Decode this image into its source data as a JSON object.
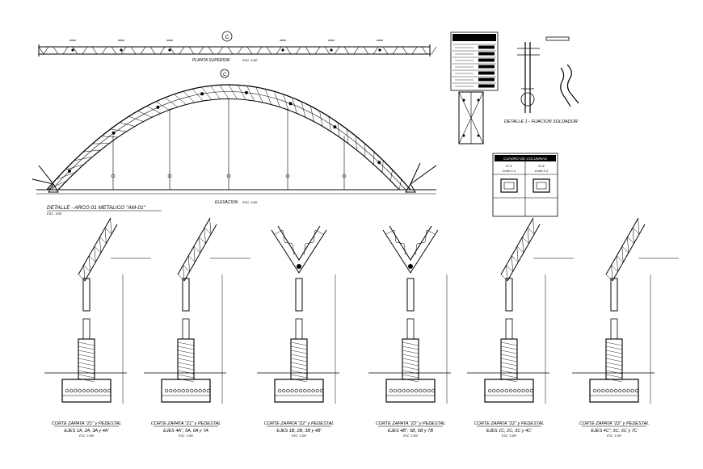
{
  "top_plan": {
    "title": "PLANTA SUPERIOR",
    "scale": "ESC. 1/50"
  },
  "elevation": {
    "title": "ELEVACION",
    "scale": "ESC. 1/50"
  },
  "arch_detail": {
    "title": "DETALLE - ARCO 01 METALICO \"AM-01\"",
    "scale": "ESC. 1/50"
  },
  "anchor_detail": {
    "title": "DETALLE 1 - FIJACION SOLDADOR"
  },
  "columns_table": {
    "title": "CUADRO DE COLUMNAS",
    "col_a": "C-1",
    "col_a_sub": "Corte 1-1",
    "col_b": "C-2",
    "col_b_sub": "Corte 2-2"
  },
  "sections": [
    {
      "title": "CORTE ZAPATA \"Z1\" y PEDESTAL",
      "axes": "EJES 1A, 2A, 3A y 4A'",
      "scale": "ESC. 1:100"
    },
    {
      "title": "CORTE ZAPATA \"Z1\" y PEDESTAL",
      "axes": "EJES 4A\", 5A, 6A y 7A",
      "scale": "ESC. 1:100"
    },
    {
      "title": "CORTE ZAPATA \"Z2\" y PEDESTAL",
      "axes": "EJES 1B, 2B, 3B y 4B'",
      "scale": "ESC. 1:100"
    },
    {
      "title": "CORTE ZAPATA \"Z2\" y PEDESTAL",
      "axes": "EJES 4B\", 5B, 6B y 7B",
      "scale": "ESC. 1:100"
    },
    {
      "title": "CORTE ZAPATA \"Z2\" y PEDESTAL",
      "axes": "EJES 1C, 2C, 3C y 4C'",
      "scale": "ESC. 1:100"
    },
    {
      "title": "CORTE ZAPATA \"Z2\" y PEDESTAL",
      "axes": "EJES 4C\", 5C, 6C y 7C",
      "scale": "ESC. 1:100"
    }
  ]
}
